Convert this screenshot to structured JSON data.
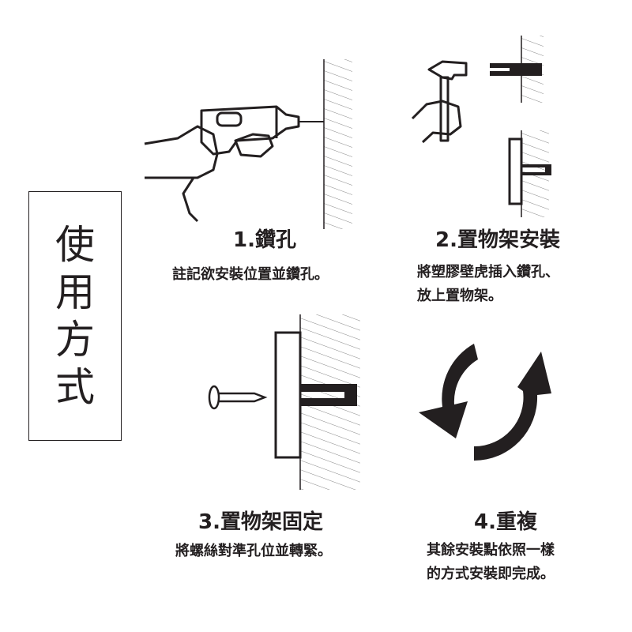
{
  "sidebar": {
    "title_chars": [
      "使",
      "用",
      "方",
      "式"
    ]
  },
  "steps": [
    {
      "title": "1.鑽孔",
      "desc": [
        "註記欲安裝位置並鑽孔。"
      ]
    },
    {
      "title": "2.置物架安裝",
      "desc": [
        "將塑膠壁虎插入鑽孔、",
        "放上置物架。"
      ]
    },
    {
      "title": "3.置物架固定",
      "desc": [
        "將螺絲對準孔位並轉緊。"
      ]
    },
    {
      "title": "4.重複",
      "desc": [
        "其餘安裝點依照一樣",
        "的方式安裝即完成。"
      ]
    }
  ]
}
